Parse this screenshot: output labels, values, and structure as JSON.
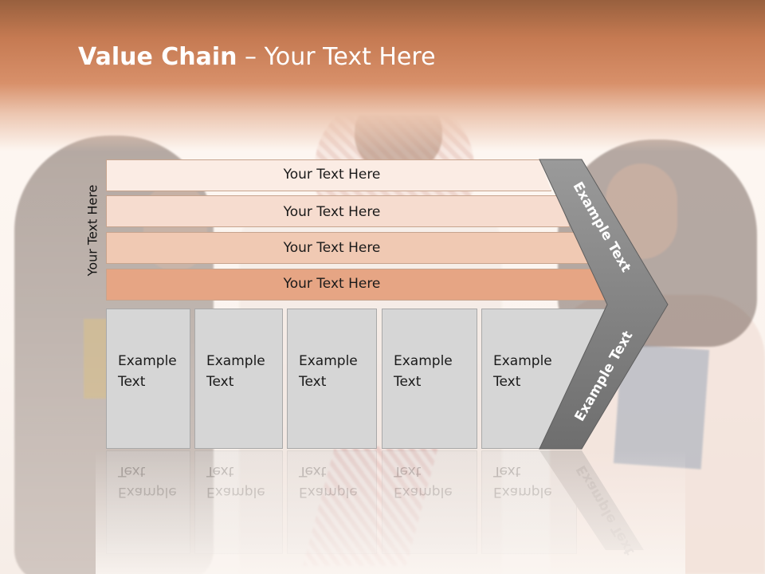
{
  "slide": {
    "title_bold": "Value Chain",
    "title_rest": " – Your Text Here",
    "vertical_label": "Your Text Here",
    "bands": [
      "Your Text Here",
      "Your Text Here",
      "Your Text Here",
      "Your Text Here"
    ],
    "boxes": [
      {
        "line1": "Example",
        "line2": "Text"
      },
      {
        "line1": "Example",
        "line2": "Text"
      },
      {
        "line1": "Example",
        "line2": "Text"
      },
      {
        "line1": "Example",
        "line2": "Text"
      },
      {
        "line1": "Example",
        "line2": "Text"
      }
    ],
    "chevron_top": "Example Text",
    "chevron_bottom": "Example Text"
  },
  "colors": {
    "header": "#c57a52",
    "band_1": "#fbece4",
    "band_2": "#f6dccf",
    "band_3": "#f0c9b3",
    "band_4": "#e6a584",
    "box": "#d6d6d6",
    "chevron": "#8a8a8a"
  }
}
